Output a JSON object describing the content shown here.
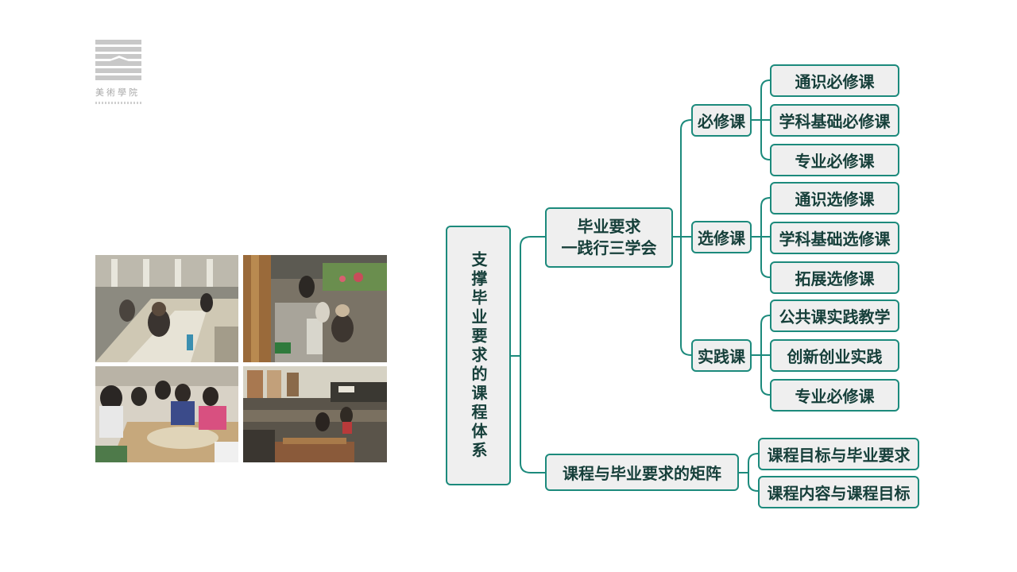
{
  "logo": {
    "text": "美術學院"
  },
  "photos": [
    {
      "alt": "students-painting-in-studio"
    },
    {
      "alt": "outdoor-sketching"
    },
    {
      "alt": "group-craft-work"
    },
    {
      "alt": "exhibition-room"
    }
  ],
  "diagram": {
    "root": "支撑毕业要求的课程体系",
    "branch1": {
      "line1": "毕业要求",
      "line2": "一践行三学会"
    },
    "branch2": "课程与毕业要求的矩阵",
    "required": {
      "label": "必修课",
      "items": [
        "通识必修课",
        "学科基础必修课",
        "专业必修课"
      ]
    },
    "elective": {
      "label": "选修课",
      "items": [
        "通识选修课",
        "学科基础选修课",
        "拓展选修课"
      ]
    },
    "practice": {
      "label": "实践课",
      "items": [
        "公共课实践教学",
        "创新创业实践",
        "专业必修课"
      ]
    },
    "matrix_items": [
      "课程目标与毕业要求",
      "课程内容与课程目标"
    ]
  },
  "colors": {
    "border": "#1c8a7c",
    "fill": "#efefef",
    "text": "#163f3a"
  }
}
